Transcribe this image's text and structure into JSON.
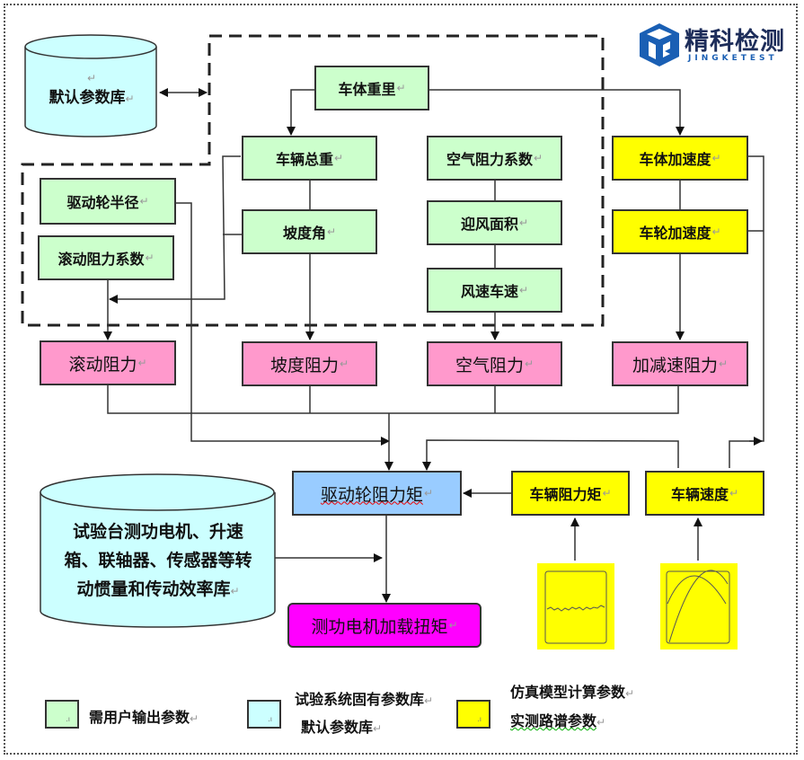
{
  "logo": {
    "name": "精科检测",
    "subtitle": "JINGKETEST",
    "icon": "cube-logo-icon",
    "color": "#1a5fb4"
  },
  "paragraph_mark": "↵",
  "databases": {
    "default_params": {
      "label": "默认参数库",
      "color": "#ccffff"
    },
    "inertia_efficiency": {
      "lines": [
        "试验台测功电机、升速",
        "箱、联轴器、传感器等转",
        "动惯量和传动效率库"
      ],
      "color": "#ccffff"
    }
  },
  "nodes": {
    "body_weight": "车体重里",
    "vehicle_total_weight": "车辆总重",
    "air_drag_coefficient": "空气阻力系数",
    "drive_wheel_radius": "驱动轮半径",
    "slope_angle": "坡度角",
    "frontal_area": "迎风面积",
    "rolling_resistance_coefficient": "滚动阻力系数",
    "wind_vehicle_speed": "风速车速",
    "body_acceleration": "车体加速度",
    "wheel_acceleration": "车轮加速度",
    "rolling_resistance": "滚动阻力",
    "slope_resistance": "坡度阻力",
    "air_resistance": "空气阻力",
    "acceleration_resistance": "加减速阻力",
    "drive_wheel_resistance_torque": "驱动轮阻力矩",
    "vehicle_resistance_torque": "车辆阻力矩",
    "vehicle_speed": "车辆速度",
    "dyno_load_torque": "测功电机加载扭矩"
  },
  "thumbnails": {
    "torque_spectrum": "flat-noisy-signal-icon",
    "speed_spectrum": "arch-curves-signal-icon"
  },
  "colors": {
    "user_input": "#ccffcc",
    "system_db": "#ccffff",
    "sim_measured": "#ffff00",
    "resistance": "#ff99cc",
    "wheel_torque": "#99ccff",
    "load_torque": "#ff00ff"
  },
  "legend": [
    {
      "swatch_color": "#ccffcc",
      "lines": [
        "需用户输出参数"
      ]
    },
    {
      "swatch_color": "#ccffff",
      "lines": [
        "试验系统固有参数库",
        "默认参数库"
      ]
    },
    {
      "swatch_color": "#ffff00",
      "lines": [
        "仿真模型计算参数",
        "实测路谱参数"
      ]
    }
  ],
  "legend_swatch_mark": ".ı"
}
